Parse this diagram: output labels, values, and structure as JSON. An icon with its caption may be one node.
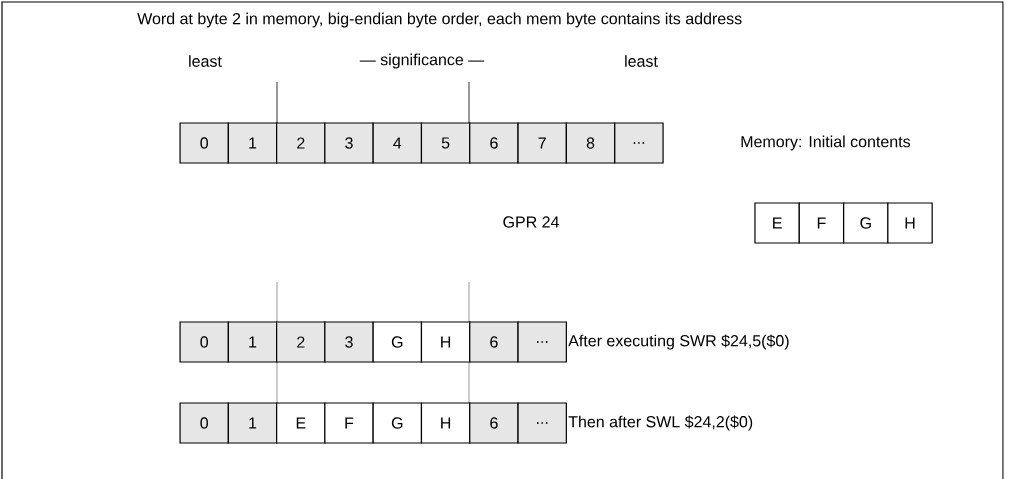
{
  "diagram": {
    "title": "Word at byte 2 in memory, big-endian byte order, each mem byte contains its address",
    "nodes": [
      {
        "text": [
          "0"
        ]
      },
      {
        "text": [
          "1"
        ]
      },
      {
        "text": [
          "2"
        ]
      },
      {
        "text": [
          "3"
        ]
      },
      {
        "text": [
          "4"
        ]
      },
      {
        "text": [
          "5"
        ]
      },
      {
        "text": [
          "6"
        ]
      },
      {
        "text": [
          "7"
        ]
      },
      {
        "text": [
          "8"
        ]
      },
      {
        "text": [
          "..."
        ]
      },
      {
        "text": [
          "E"
        ]
      },
      {
        "text": [
          "F"
        ]
      },
      {
        "text": [
          "G"
        ]
      },
      {
        "text": [
          "H"
        ]
      },
      {
        "text": [
          "0"
        ]
      },
      {
        "text": [
          "1"
        ]
      },
      {
        "text": [
          "2"
        ]
      },
      {
        "text": [
          "3"
        ]
      },
      {
        "text": [
          "G"
        ]
      },
      {
        "text": [
          "H"
        ]
      },
      {
        "text": [
          "6"
        ]
      },
      {
        "text": [
          "..."
        ]
      },
      {
        "text": [
          "0"
        ]
      },
      {
        "text": [
          "1"
        ]
      },
      {
        "text": [
          "E"
        ]
      },
      {
        "text": [
          "F"
        ]
      },
      {
        "text": [
          "G"
        ]
      },
      {
        "text": [
          "H"
        ]
      },
      {
        "text": [
          "6"
        ]
      },
      {
        "text": [
          "..."
        ]
      }
    ],
    "labels": [
      "least",
      "— significance —",
      "least",
      "Memory: Initial contents",
      "GPR 24",
      "After executing SWR $24,5($0)",
      "Then after SWL $24,2($0)"
    ]
  }
}
